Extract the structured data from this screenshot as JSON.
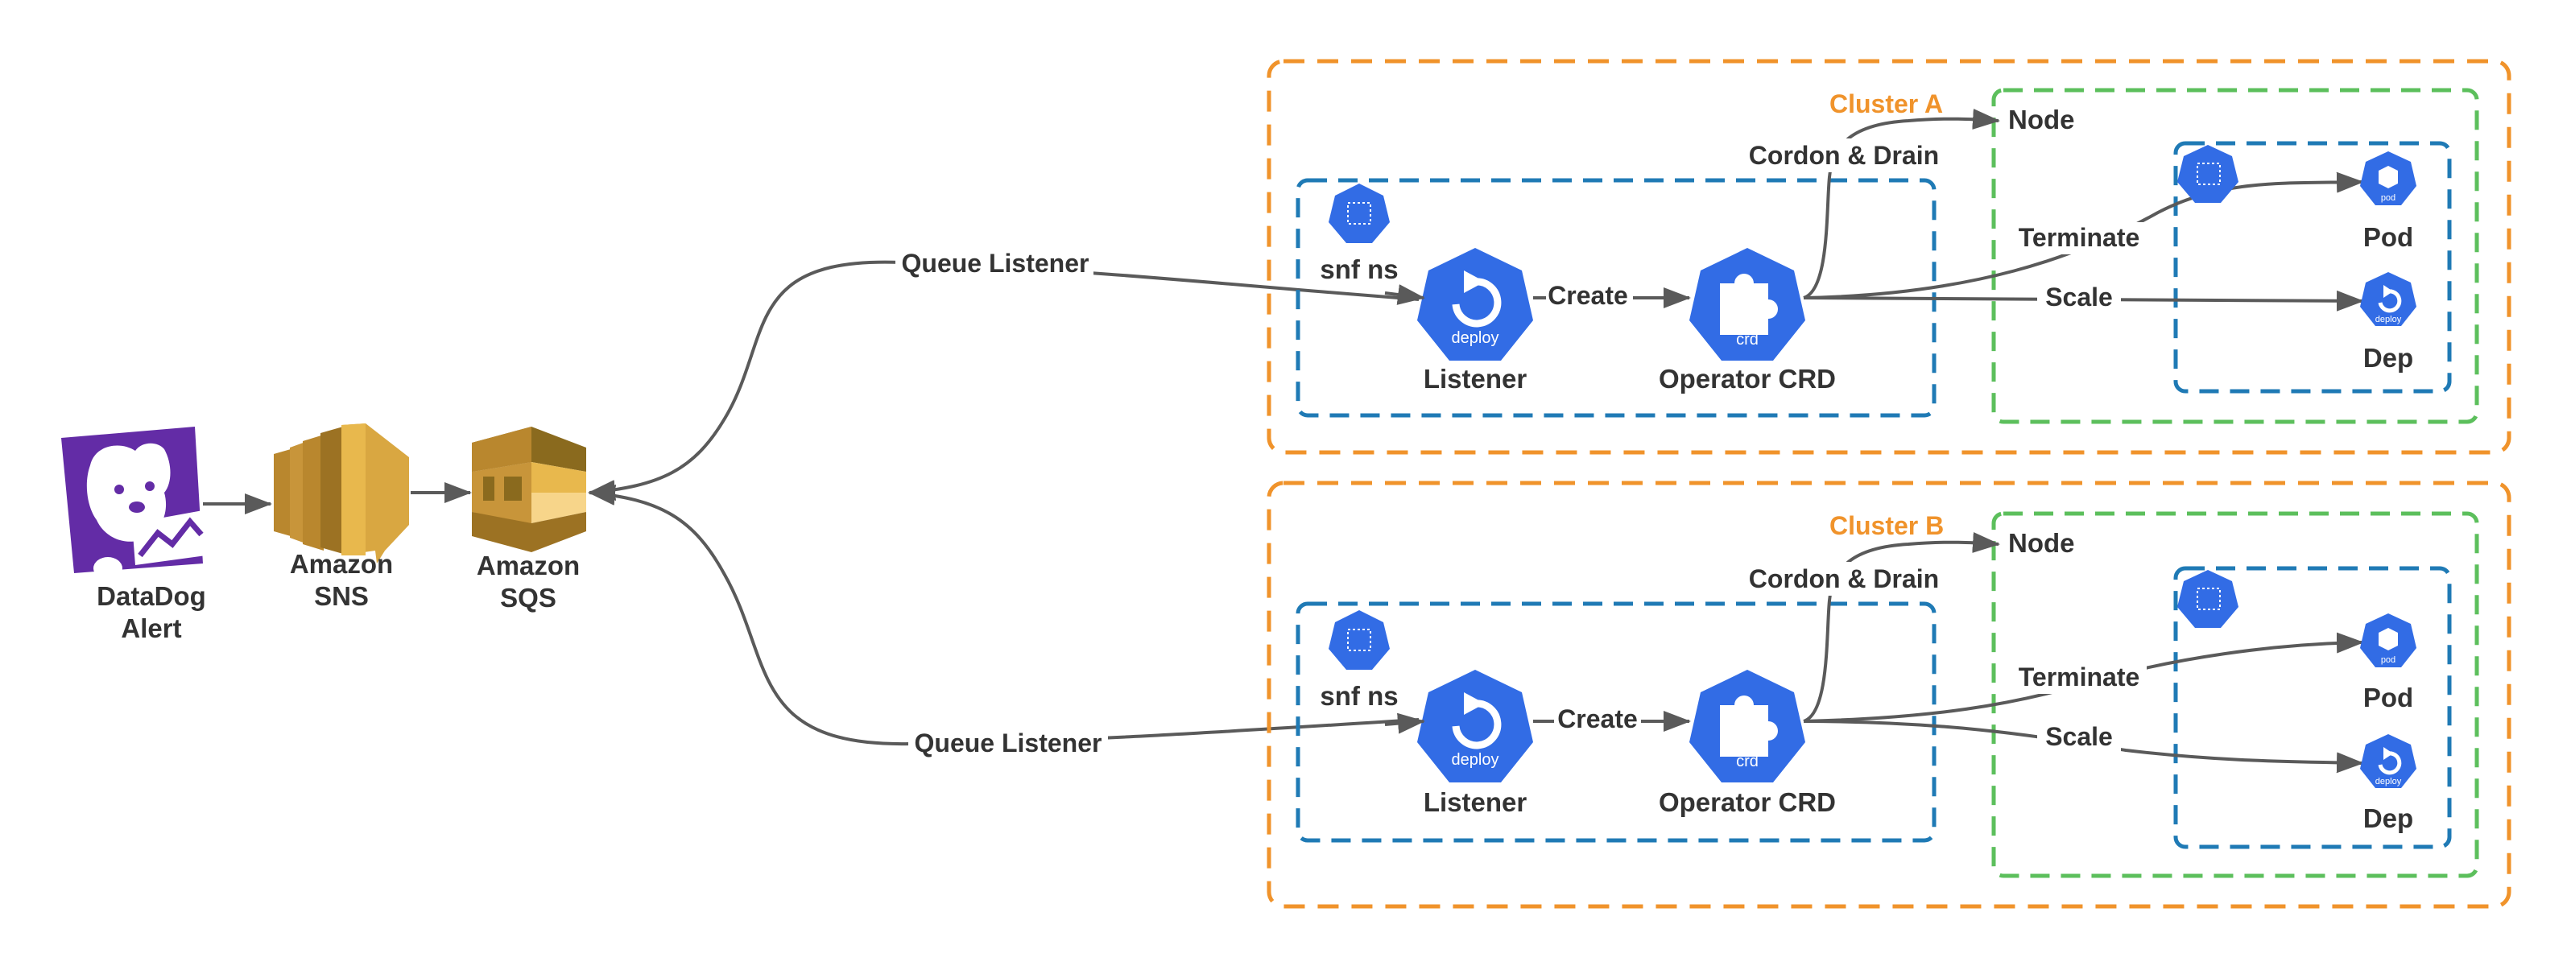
{
  "sources": {
    "datadog": {
      "line1": "DataDog",
      "line2": "Alert"
    },
    "sns": {
      "line1": "Amazon",
      "line2": "SNS"
    },
    "sqs": {
      "line1": "Amazon",
      "line2": "SQS"
    }
  },
  "edges": {
    "queue_listener_a": "Queue Listener",
    "queue_listener_b": "Queue Listener"
  },
  "clusters": [
    {
      "title": "Cluster A",
      "namespace_label": "snf ns",
      "listener_label": "Listener",
      "listener_icon_text": "deploy",
      "operator_label": "Operator CRD",
      "operator_icon_text": "crd",
      "create_label": "Create",
      "cordon_label": "Cordon & Drain",
      "terminate_label": "Terminate",
      "scale_label": "Scale",
      "node_label": "Node",
      "pod_label": "Pod",
      "pod_icon_text": "pod",
      "dep_label": "Dep",
      "dep_icon_text": "deploy"
    },
    {
      "title": "Cluster B",
      "namespace_label": "snf ns",
      "listener_label": "Listener",
      "listener_icon_text": "deploy",
      "operator_label": "Operator CRD",
      "operator_icon_text": "crd",
      "create_label": "Create",
      "cordon_label": "Cordon & Drain",
      "terminate_label": "Terminate",
      "scale_label": "Scale",
      "node_label": "Node",
      "pod_label": "Pod",
      "pod_icon_text": "pod",
      "dep_label": "Dep",
      "dep_icon_text": "deploy"
    }
  ],
  "colors": {
    "cluster_border": "#F0932B",
    "node_border": "#5CBF5C",
    "namespace_border": "#1F7AB5",
    "k8s_blue": "#326CE5",
    "arrow": "#5a5a5a",
    "datadog_purple": "#632CA6",
    "aws_gold": "#D9A741"
  }
}
